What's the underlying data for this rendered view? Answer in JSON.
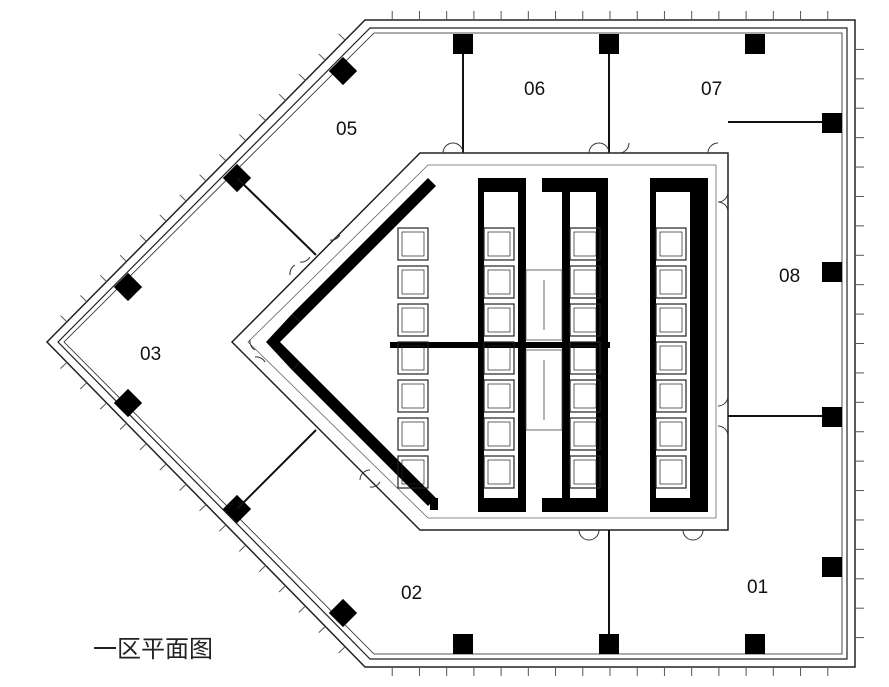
{
  "caption": "一区平面图",
  "units": [
    {
      "id": "u01",
      "label": "01"
    },
    {
      "id": "u02",
      "label": "02"
    },
    {
      "id": "u03",
      "label": "03"
    },
    {
      "id": "u05",
      "label": "05"
    },
    {
      "id": "u06",
      "label": "06"
    },
    {
      "id": "u07",
      "label": "07"
    },
    {
      "id": "u08",
      "label": "08"
    }
  ]
}
